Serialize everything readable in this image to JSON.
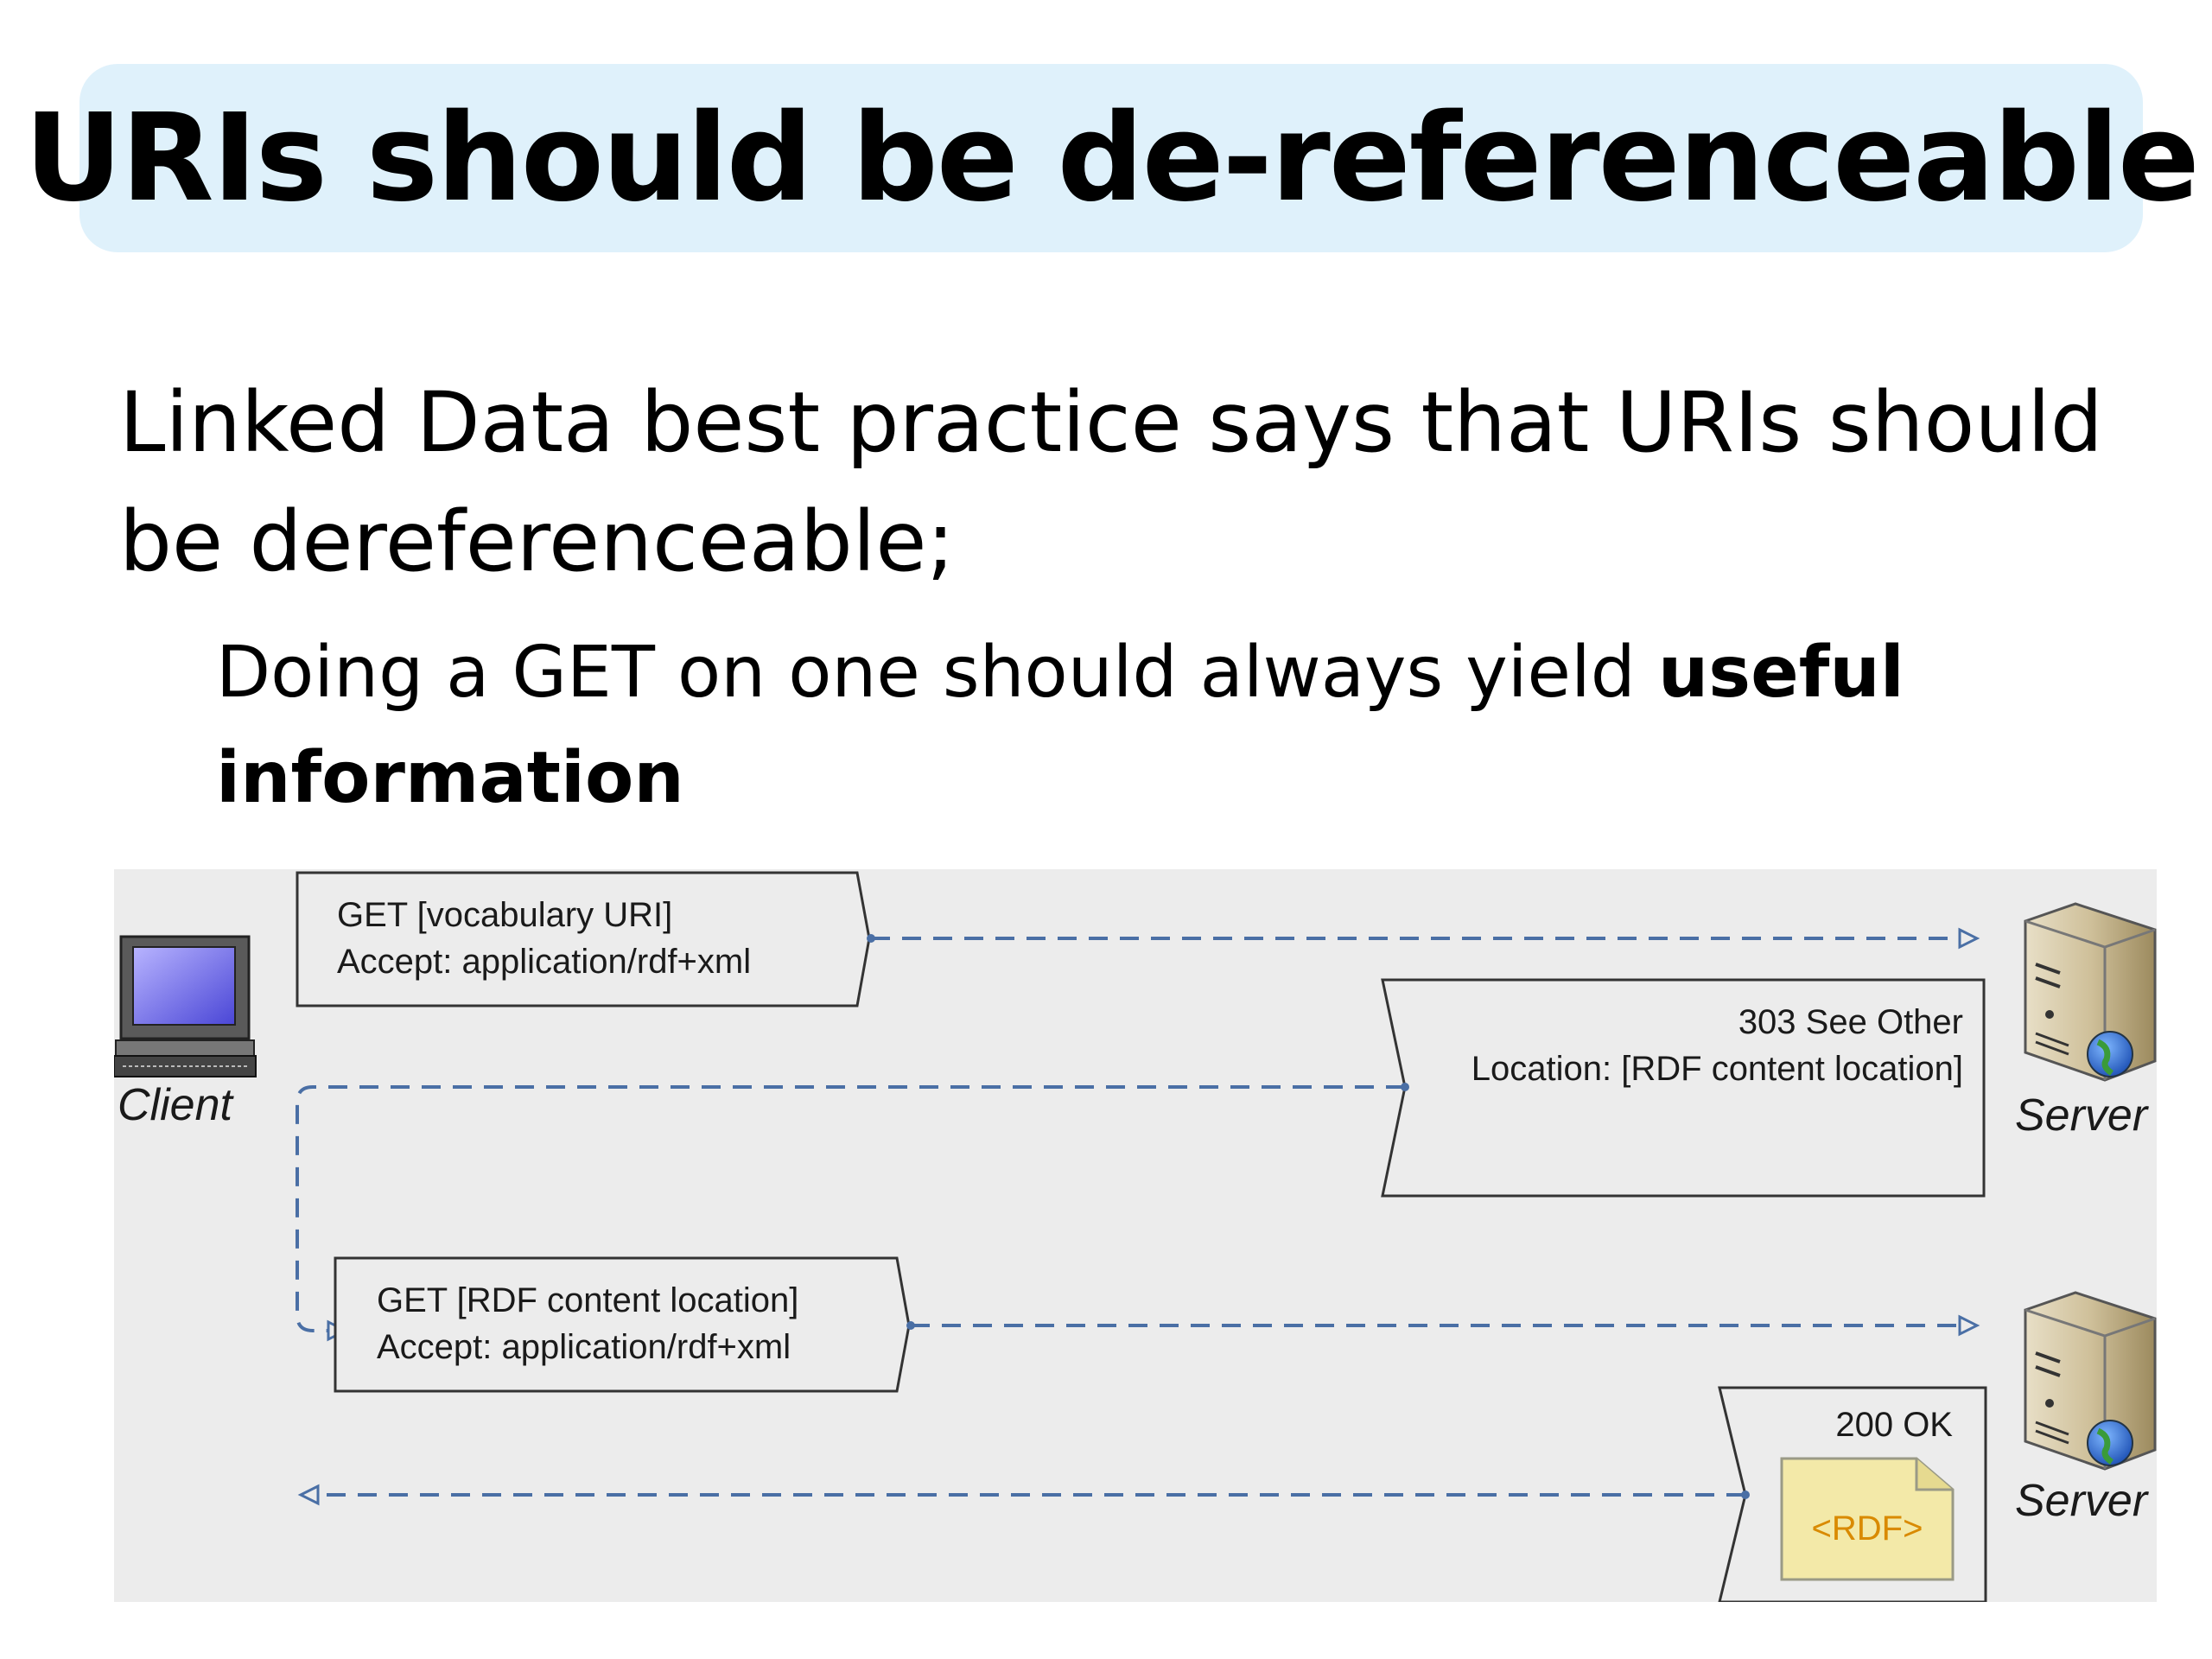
{
  "slide": {
    "title": "URIs should be de-referenceable",
    "paragraph": "Linked Data best practice says that URIs should be dereferenceable;",
    "sub_text": "Doing a GET on one should always yield ",
    "sub_bold": "useful information"
  },
  "diagram": {
    "client_label": "Client",
    "server1_label": "Server",
    "server2_label": "Server",
    "msg1": {
      "line1": "GET [vocabulary URI]",
      "line2": "Accept: application/rdf+xml"
    },
    "msg2": {
      "line1": "303 See Other",
      "line2": "Location: [RDF content location]"
    },
    "msg3": {
      "line1": "GET [RDF content location]",
      "line2": "Accept: application/rdf+xml"
    },
    "msg4": {
      "line1": "200 OK",
      "doc_label": "<RDF>"
    },
    "colors": {
      "arrow": "#4a6fa5",
      "background": "#ececec",
      "doc_fill": "#f3e9a8",
      "rdf_text": "#d98a00"
    }
  }
}
